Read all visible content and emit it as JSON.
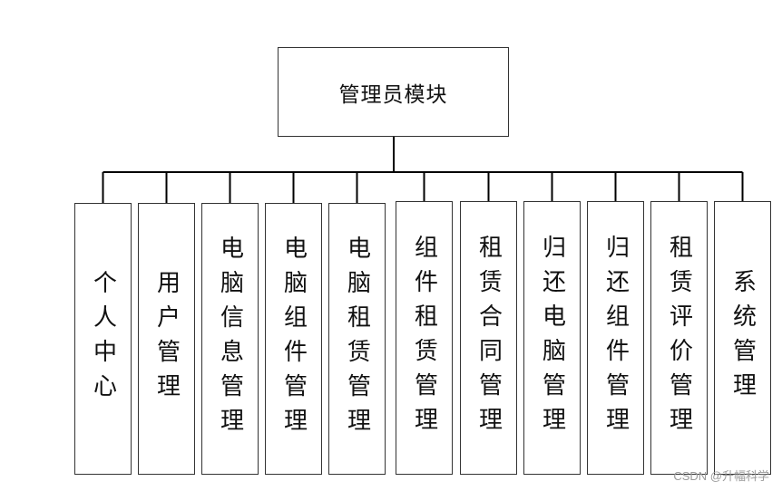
{
  "root": {
    "label": "管理员模块"
  },
  "modules": [
    {
      "id": "personal-center",
      "label": "个人中心"
    },
    {
      "id": "user-management",
      "label": "用户管理"
    },
    {
      "id": "computer-info-management",
      "label": "电脑信息管理"
    },
    {
      "id": "computer-component-management",
      "label": "电脑组件管理"
    },
    {
      "id": "computer-rental-management",
      "label": "电脑租赁管理"
    },
    {
      "id": "component-rental-management",
      "label": "组件租赁管理"
    },
    {
      "id": "rental-contract-management",
      "label": "租赁合同管理"
    },
    {
      "id": "computer-return-management",
      "label": "归还电脑管理"
    },
    {
      "id": "component-return-management",
      "label": "归还组件管理"
    },
    {
      "id": "rental-review-management",
      "label": "租赁评价管理"
    },
    {
      "id": "system-management",
      "label": "系统管理"
    }
  ],
  "watermark": "CSDN @升幅科学"
}
